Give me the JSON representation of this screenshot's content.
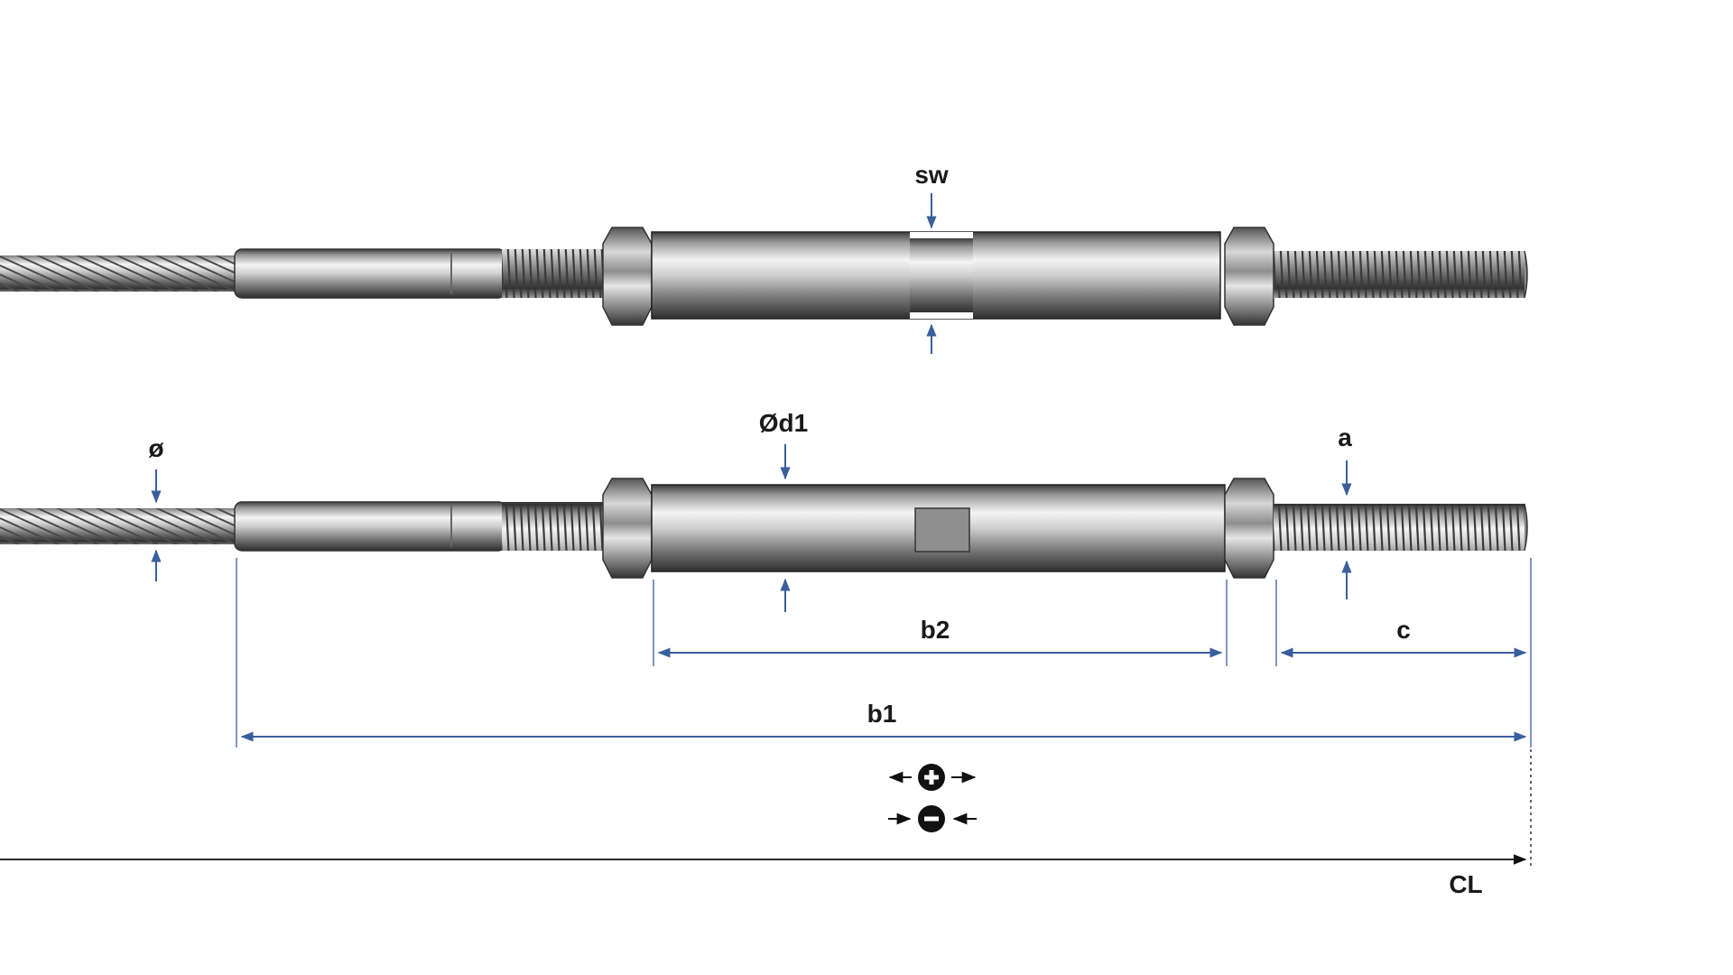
{
  "labels": {
    "sw": "sw",
    "d1": "Ød1",
    "diameter": "ø",
    "a": "a",
    "b1": "b1",
    "b2": "b2",
    "c": "c",
    "cl": "CL"
  },
  "symbols": {
    "extend": "plus-icon",
    "retract": "minus-icon"
  },
  "colors": {
    "dimension": "#3a5f9e",
    "steel_light": "#f2f2f2",
    "steel_dark": "#4a4a4a",
    "background": "#ffffff"
  }
}
